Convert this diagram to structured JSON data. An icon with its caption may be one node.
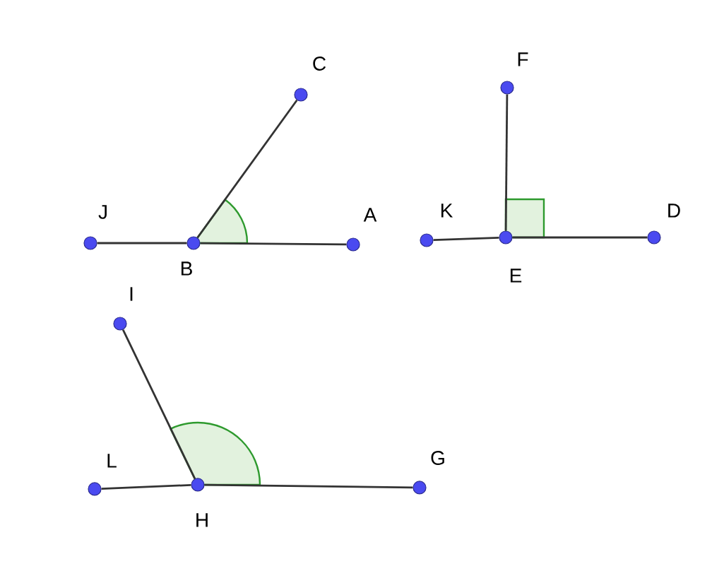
{
  "diagram": {
    "nodes": [
      {
        "text": [],
        "shape": "circle",
        "beside": [
          "C"
        ]
      },
      {
        "text": [],
        "shape": "circle",
        "beside": [
          "J"
        ]
      },
      {
        "text": [],
        "shape": "circle",
        "beside": [
          "A"
        ]
      },
      {
        "text": [],
        "shape": "circle",
        "beside": [
          "B"
        ]
      },
      {
        "text": [],
        "shape": "circle",
        "beside": [
          "F"
        ]
      },
      {
        "text": [],
        "shape": "circle",
        "beside": [
          "K"
        ]
      },
      {
        "text": [],
        "shape": "circle",
        "beside": [
          "D"
        ]
      },
      {
        "text": [],
        "shape": "circle",
        "beside": [
          "E"
        ]
      },
      {
        "text": [],
        "shape": "circle",
        "beside": [
          "I"
        ]
      },
      {
        "text": [],
        "shape": "circle",
        "beside": [
          "L"
        ]
      },
      {
        "text": [],
        "shape": "circle",
        "beside": [
          "H"
        ]
      },
      {
        "text": [],
        "shape": "circle",
        "beside": [
          "G"
        ]
      }
    ],
    "edges": [
      {
        "from": 3,
        "to": 0,
        "arrow": "none"
      },
      {
        "from": 1,
        "to": 3,
        "arrow": "none"
      },
      {
        "from": 3,
        "to": 2,
        "arrow": "none"
      },
      {
        "from": 7,
        "to": 4,
        "arrow": "none"
      },
      {
        "from": 5,
        "to": 7,
        "arrow": "none"
      },
      {
        "from": 7,
        "to": 6,
        "arrow": "none"
      },
      {
        "from": 10,
        "to": 8,
        "arrow": "none"
      },
      {
        "from": 9,
        "to": 10,
        "arrow": "none"
      },
      {
        "from": 10,
        "to": 11,
        "arrow": "none"
      }
    ]
  }
}
